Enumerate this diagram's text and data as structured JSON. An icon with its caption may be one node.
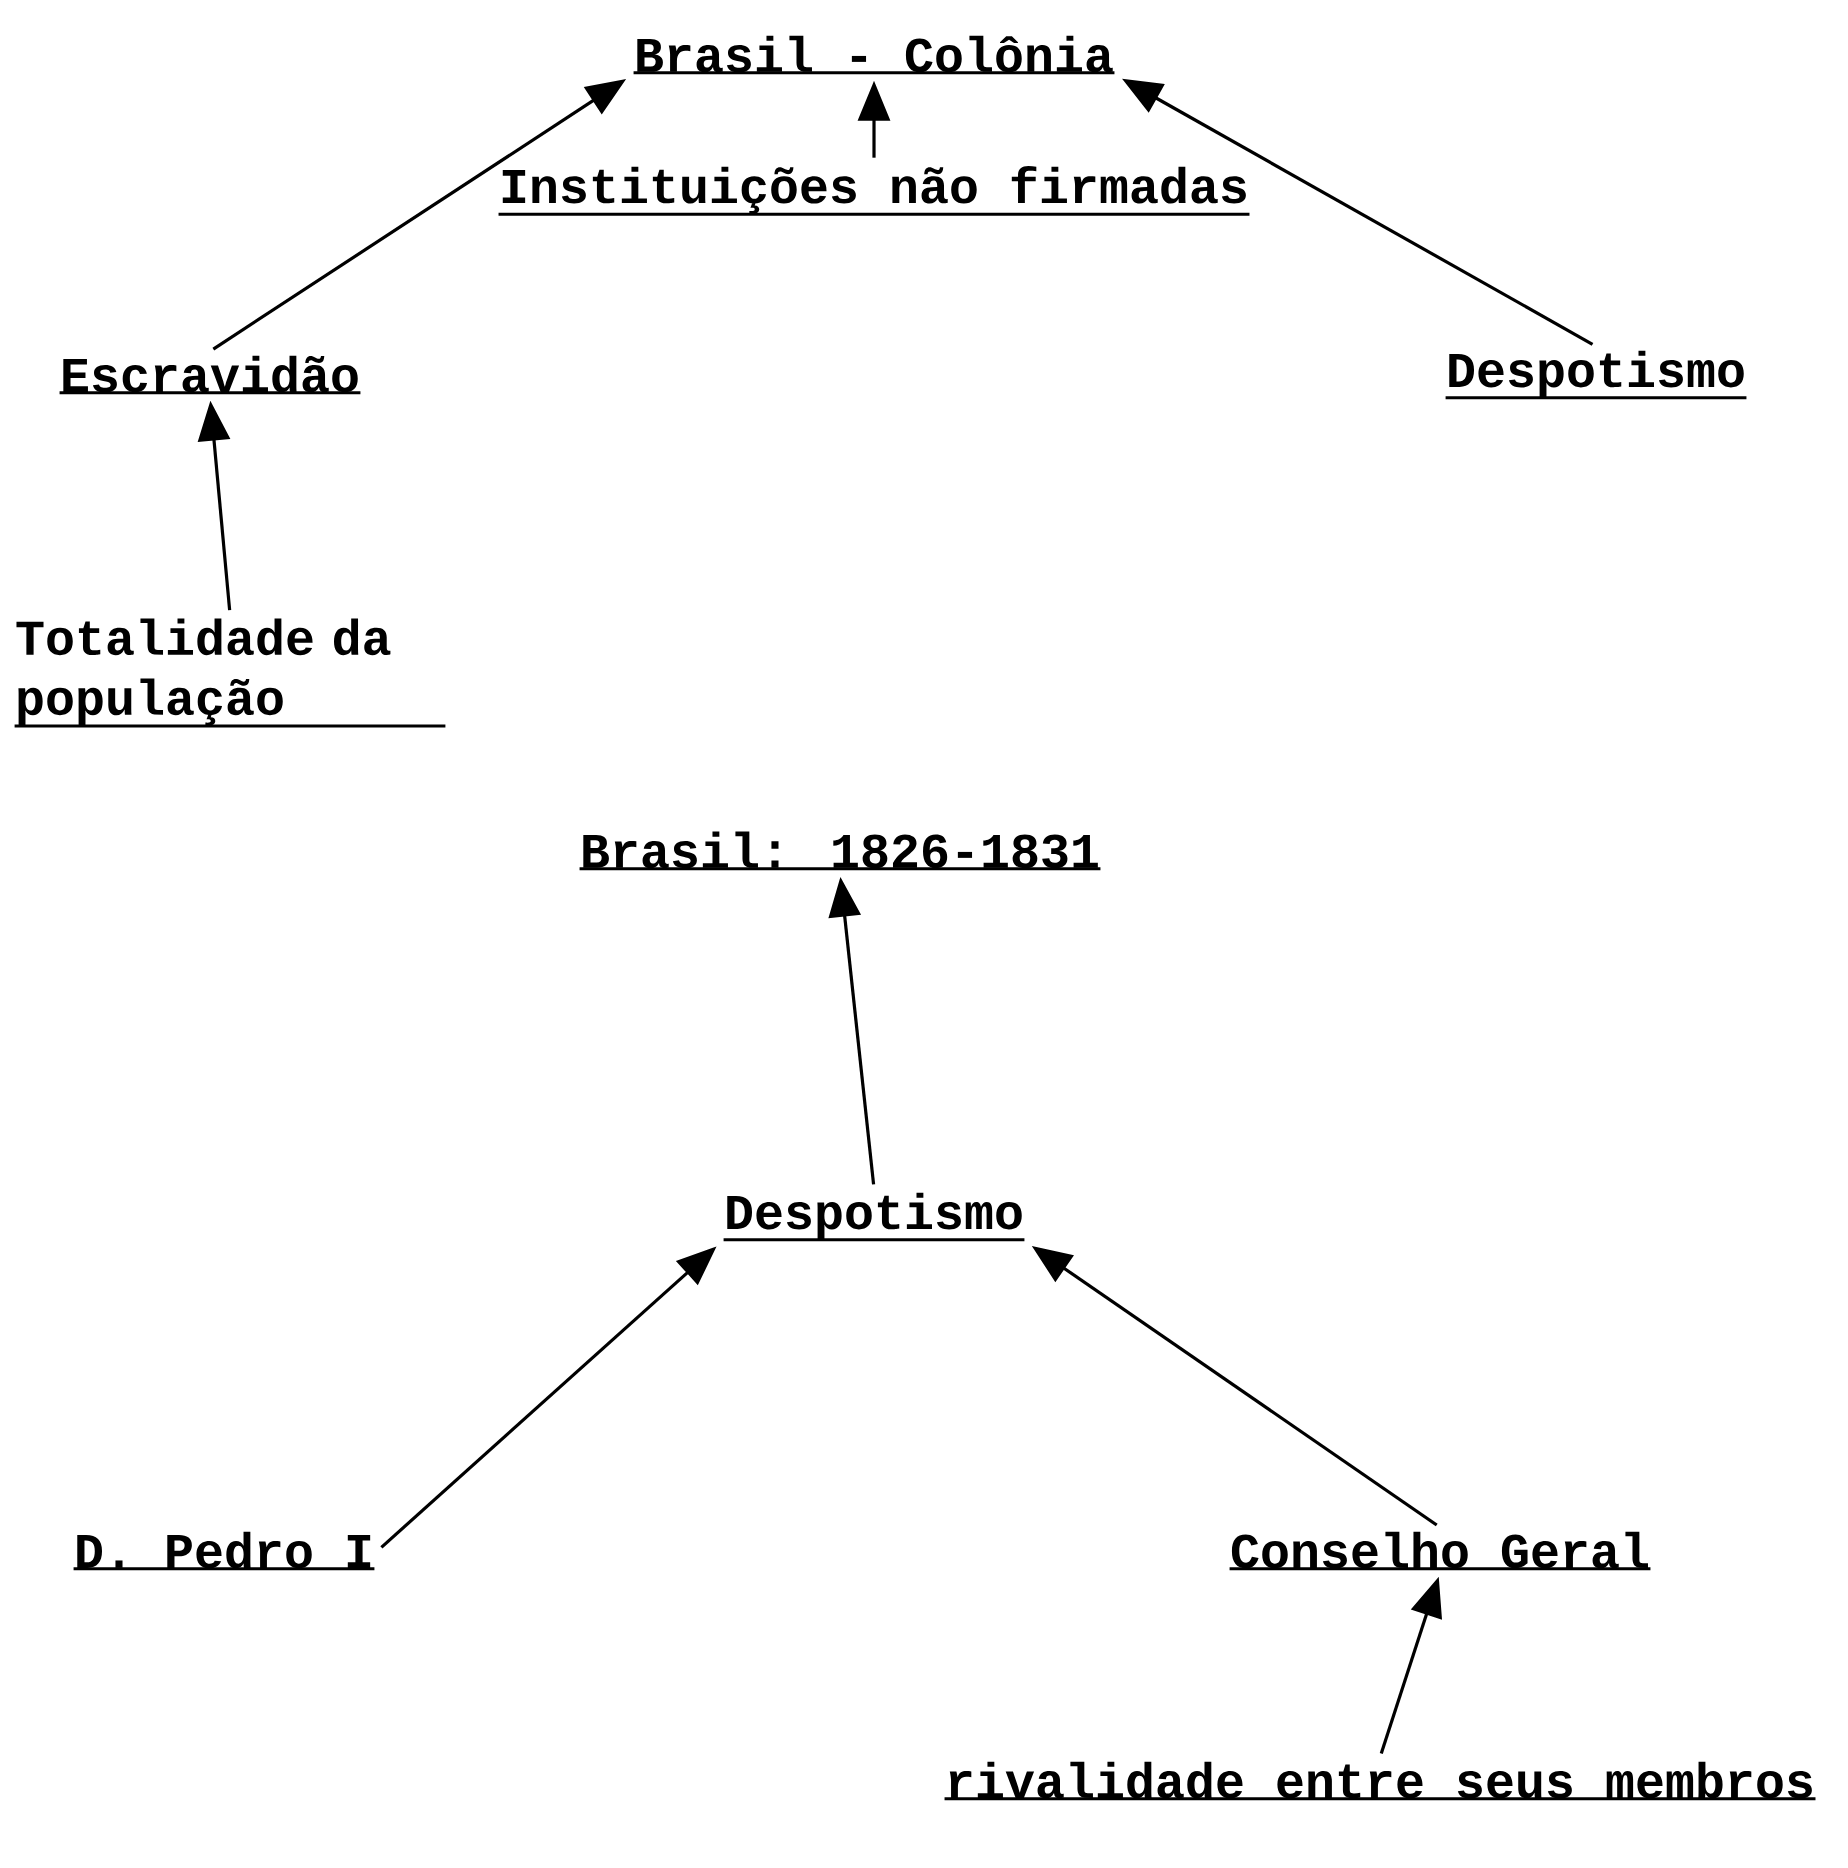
{
  "diagram": {
    "nodes": [
      {
        "text": [
          "Brasil - Colônia"
        ]
      },
      {
        "text": [
          "Instituições não firmadas"
        ]
      },
      {
        "text": [
          "Escravidão"
        ]
      },
      {
        "text": [
          "Despotismo"
        ]
      },
      {
        "text": [
          "Totalidade da população"
        ]
      },
      {
        "text": [
          "Brasil: 1826-1831"
        ]
      },
      {
        "text": [
          "Despotismo"
        ]
      },
      {
        "text": [
          "D. Pedro I"
        ]
      },
      {
        "text": [
          "Conselho Geral"
        ]
      },
      {
        "text": [
          "rivalidade entre seus membros"
        ]
      }
    ],
    "edges": [
      {
        "from": 1,
        "to": 0,
        "arrow": "to"
      },
      {
        "from": 2,
        "to": 0,
        "arrow": "to"
      },
      {
        "from": 3,
        "to": 0,
        "arrow": "to"
      },
      {
        "from": 4,
        "to": 2,
        "arrow": "to"
      },
      {
        "from": 6,
        "to": 5,
        "arrow": "to"
      },
      {
        "from": 7,
        "to": 6,
        "arrow": "to"
      },
      {
        "from": 8,
        "to": 6,
        "arrow": "to"
      },
      {
        "from": 9,
        "to": 8,
        "arrow": "to"
      }
    ]
  }
}
